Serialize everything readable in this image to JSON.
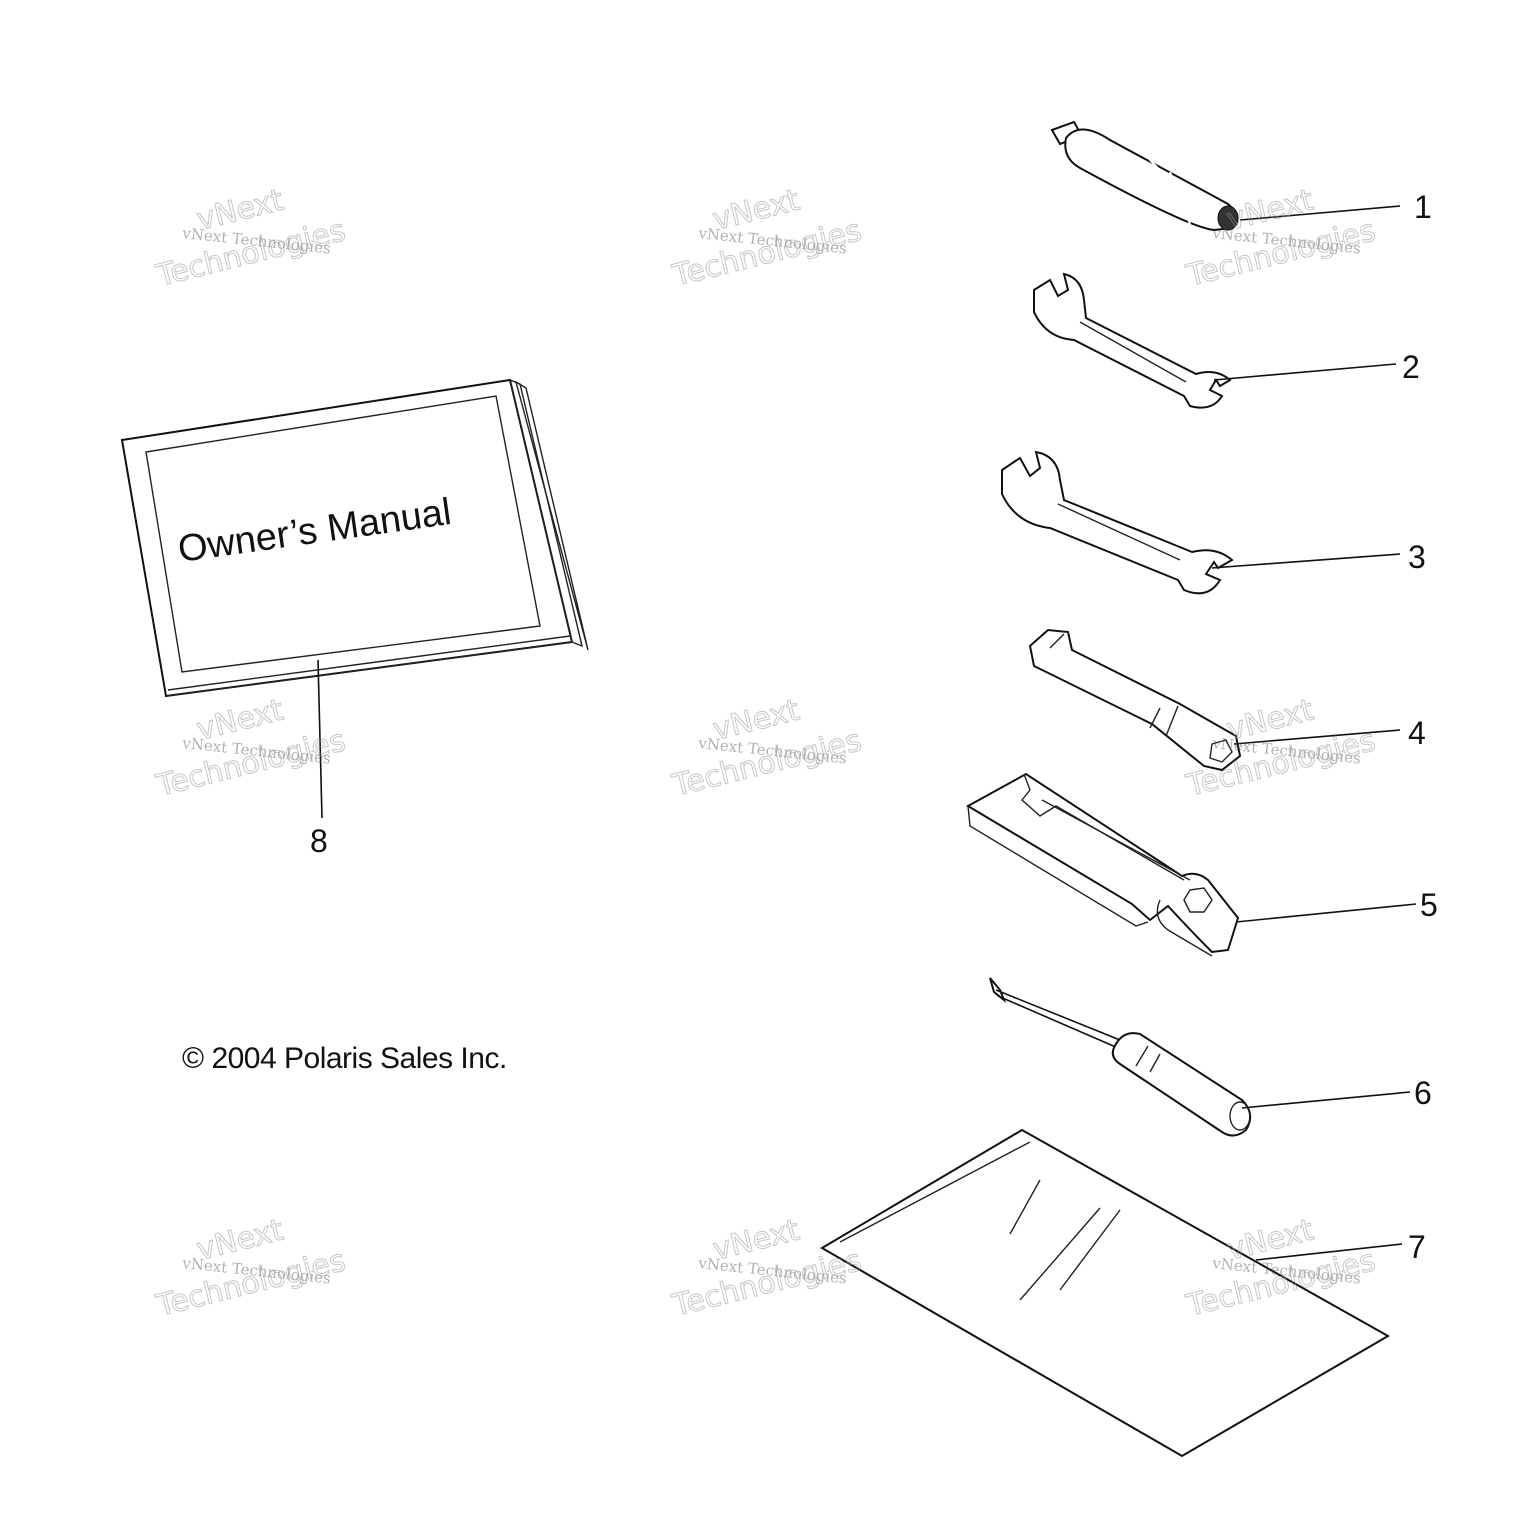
{
  "callouts": [
    {
      "id": "1",
      "label": "1"
    },
    {
      "id": "2",
      "label": "2"
    },
    {
      "id": "3",
      "label": "3"
    },
    {
      "id": "4",
      "label": "4"
    },
    {
      "id": "5",
      "label": "5"
    },
    {
      "id": "6",
      "label": "6"
    },
    {
      "id": "7",
      "label": "7"
    },
    {
      "id": "8",
      "label": "8"
    }
  ],
  "manual": {
    "cover_text": "Owner’s Manual"
  },
  "copyright": "© 2004 Polaris Sales Inc.",
  "watermark": {
    "line1": "vNext Technologies",
    "line2": "vNext",
    "line3": "Technologies"
  },
  "colors": {
    "ink": "#111111",
    "background": "#ffffff",
    "watermark": "#999999"
  }
}
